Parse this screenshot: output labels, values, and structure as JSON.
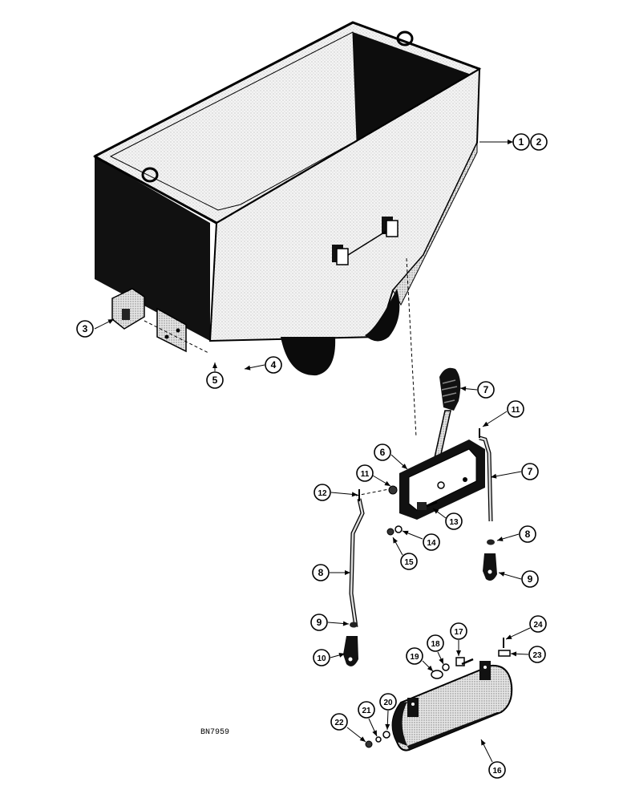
{
  "figure_code": "BN7959",
  "callouts": [
    {
      "id": "c1",
      "label": "1",
      "part": "hopper-box"
    },
    {
      "id": "c2",
      "label": "2",
      "part": "hopper-box"
    },
    {
      "id": "c3",
      "label": "3",
      "part": "mounting-bracket"
    },
    {
      "id": "c4",
      "label": "4",
      "part": "bolt"
    },
    {
      "id": "c5",
      "label": "5",
      "part": "nut"
    },
    {
      "id": "c6",
      "label": "6",
      "part": "control-lever-frame"
    },
    {
      "id": "c7a",
      "label": "7",
      "part": "lever-grip"
    },
    {
      "id": "c7b",
      "label": "7",
      "part": "right-rod"
    },
    {
      "id": "c8a",
      "label": "8",
      "part": "washer"
    },
    {
      "id": "c8b",
      "label": "8",
      "part": "left-rod"
    },
    {
      "id": "c9a",
      "label": "9",
      "part": "clevis-right"
    },
    {
      "id": "c9b",
      "label": "9",
      "part": "washer-left"
    },
    {
      "id": "c10",
      "label": "10",
      "part": "clevis-left"
    },
    {
      "id": "c11a",
      "label": "11",
      "part": "cotter-pin-right"
    },
    {
      "id": "c11b",
      "label": "11",
      "part": "washer"
    },
    {
      "id": "c12",
      "label": "12",
      "part": "cotter-pin-left"
    },
    {
      "id": "c13",
      "label": "13",
      "part": "pivot-bolt"
    },
    {
      "id": "c14",
      "label": "14",
      "part": "lock-washer"
    },
    {
      "id": "c15",
      "label": "15",
      "part": "nut"
    },
    {
      "id": "c16",
      "label": "16",
      "part": "gate"
    },
    {
      "id": "c17",
      "label": "17",
      "part": "bolt"
    },
    {
      "id": "c18",
      "label": "18",
      "part": "washer"
    },
    {
      "id": "c19",
      "label": "19",
      "part": "spacer"
    },
    {
      "id": "c20",
      "label": "20",
      "part": "washer"
    },
    {
      "id": "c21",
      "label": "21",
      "part": "lock-washer"
    },
    {
      "id": "c22",
      "label": "22",
      "part": "nut"
    },
    {
      "id": "c23",
      "label": "23",
      "part": "pin"
    },
    {
      "id": "c24",
      "label": "24",
      "part": "cotter-pin"
    }
  ]
}
